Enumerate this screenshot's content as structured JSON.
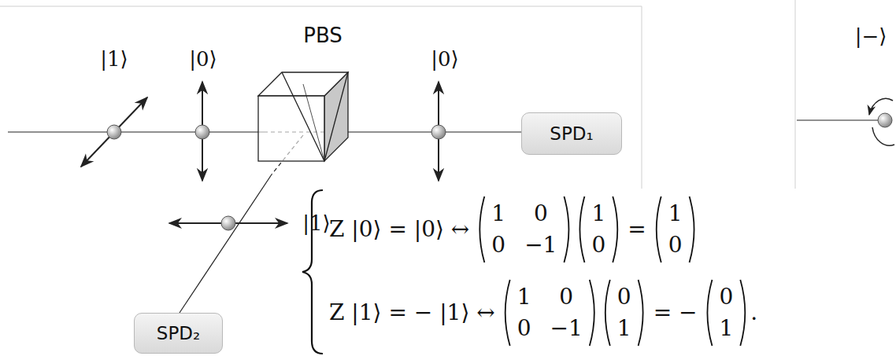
{
  "diagram": {
    "nodes": [
      {
        "text": [
          "SPD₁"
        ]
      },
      {
        "text": [
          "SPD₂"
        ]
      }
    ],
    "labels": [
      "|1⟩",
      "|0⟩",
      "PBS",
      "|0⟩",
      "|−⟩",
      "|1⟩",
      "Z |0⟩ = |0⟩ ↔",
      "1",
      "0",
      "0",
      "−1",
      "1",
      "0",
      "=",
      "1",
      "0",
      "Z |1⟩ = − |1⟩ ↔",
      "1",
      "0",
      "0",
      "−1",
      "0",
      "1",
      "= −",
      "0",
      "1",
      "."
    ]
  }
}
